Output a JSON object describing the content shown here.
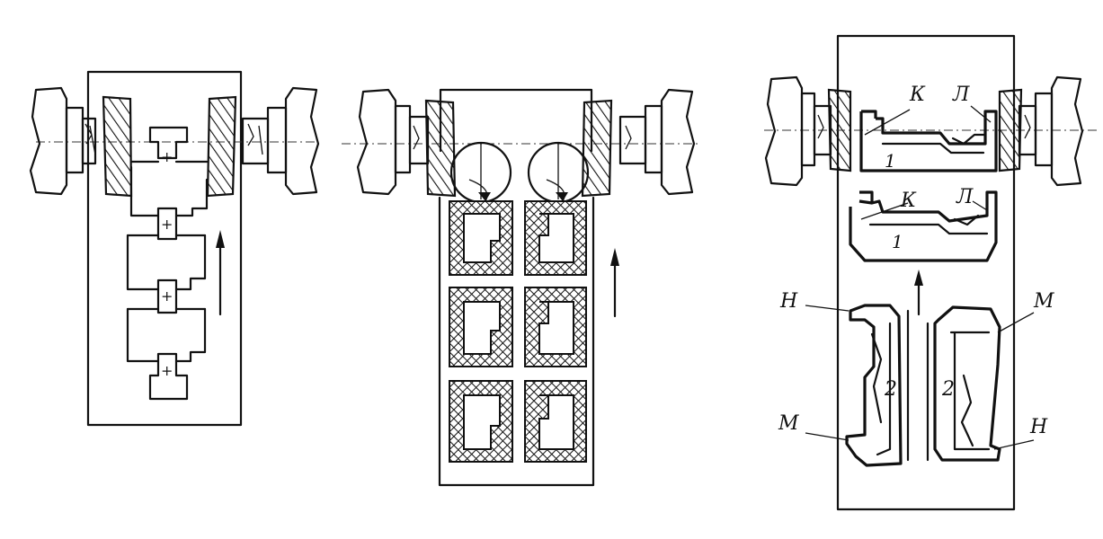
{
  "right_labels": {
    "k_top": "К",
    "l_top": "Л",
    "k_mid": "К",
    "l_mid": "Л",
    "one_top": "1",
    "one_mid": "1",
    "n_left": "Н",
    "m_right": "М",
    "m_left": "М",
    "n_right": "Н",
    "two_left": "2",
    "two_right": "2"
  },
  "plus_marks": [
    "+",
    "+",
    "+",
    "+"
  ]
}
